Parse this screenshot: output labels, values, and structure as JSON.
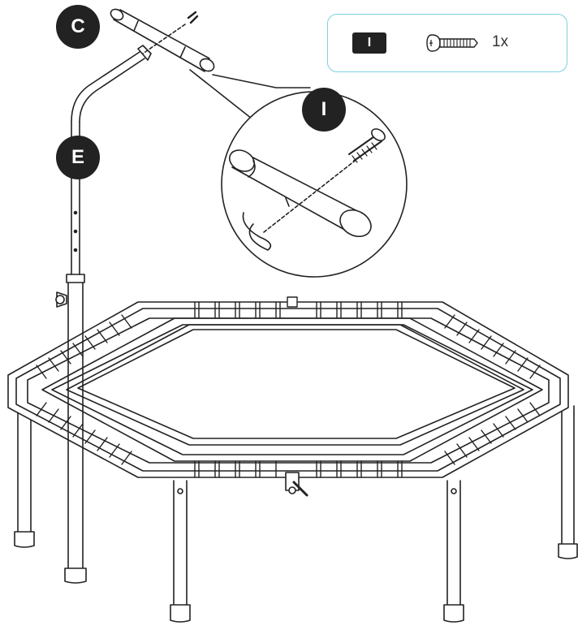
{
  "callouts": {
    "handlebar": "C",
    "bolt": "I",
    "post": "E"
  },
  "parts_list": {
    "part_label": "I",
    "part_icon": "screw-icon",
    "quantity": "1x",
    "border_color": "#7ecfe0"
  },
  "colors": {
    "line": "#222222",
    "badge": "#222222"
  }
}
